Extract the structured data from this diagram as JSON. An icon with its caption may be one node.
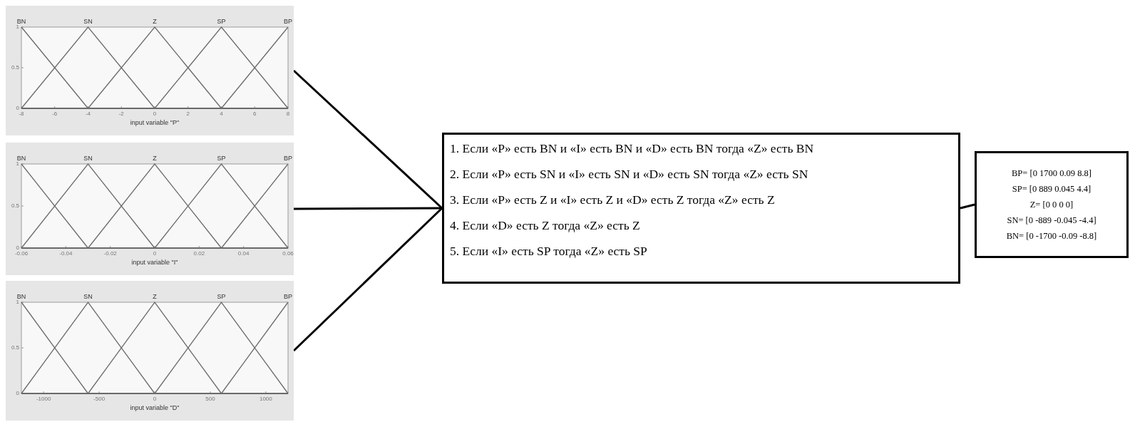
{
  "diagram": {
    "nodes": [
      {
        "text": [],
        "shape": "picture"
      },
      {
        "text": [],
        "shape": "picture"
      },
      {
        "text": [],
        "shape": "picture"
      },
      {
        "text": [
          "1. Если «P» есть BN и «I» есть BN и «D» есть BN тогда «Z» есть BN",
          "2. Если «P» есть SN и «I» есть SN и «D» есть SN тогда «Z» есть SN",
          "3. Если «P» есть Z и «I» есть Z и «D» есть Z тогда «Z» есть Z",
          "4. Если «D» есть Z тогда «Z» есть Z",
          "5. Если «I» есть SP тогда «Z» есть SP"
        ]
      },
      {
        "text": [
          "BP= [0 1700 0.09 8.8]",
          "SP= [0 889 0.045 4.4]",
          "Z= [0 0 0 0]",
          "SN= [0 -889 -0.045 -4.4]",
          "BN= [0 -1700 -0.09 -8.8]"
        ]
      }
    ],
    "edges": [
      {
        "from": 0,
        "to": 3,
        "arrow": "none"
      },
      {
        "from": 1,
        "to": 3,
        "arrow": "none"
      },
      {
        "from": 2,
        "to": 3,
        "arrow": "none"
      },
      {
        "from": 3,
        "to": 4,
        "arrow": "none"
      }
    ],
    "chart_data": [
      {
        "type": "line",
        "xlabel": "input variable \"P\"",
        "x": [
          -8,
          -4,
          0,
          4,
          8
        ],
        "xlim": [
          -8,
          8
        ],
        "ylim": [
          0,
          1
        ],
        "xticks": [
          -8,
          -6,
          -4,
          -2,
          0,
          2,
          4,
          6,
          8
        ],
        "yticks": [
          0,
          0.5,
          1
        ],
        "series": [
          {
            "name": "BN",
            "values": [
              1,
              0,
              0,
              0,
              0
            ]
          },
          {
            "name": "SN",
            "values": [
              0,
              1,
              0,
              0,
              0
            ]
          },
          {
            "name": "Z",
            "values": [
              0,
              0,
              1,
              0,
              0
            ]
          },
          {
            "name": "SP",
            "values": [
              0,
              0,
              0,
              1,
              0
            ]
          },
          {
            "name": "BP",
            "values": [
              0,
              0,
              0,
              0,
              1
            ]
          }
        ]
      },
      {
        "type": "line",
        "xlabel": "input variable \"I\"",
        "x": [
          -0.06,
          -0.03,
          0,
          0.03,
          0.06
        ],
        "xlim": [
          -0.06,
          0.06
        ],
        "ylim": [
          0,
          1
        ],
        "xticks": [
          -0.06,
          -0.04,
          -0.02,
          0,
          0.02,
          0.04,
          0.06
        ],
        "yticks": [
          0,
          0.5,
          1
        ],
        "series": [
          {
            "name": "BN",
            "values": [
              1,
              0,
              0,
              0,
              0
            ]
          },
          {
            "name": "SN",
            "values": [
              0,
              1,
              0,
              0,
              0
            ]
          },
          {
            "name": "Z",
            "values": [
              0,
              0,
              1,
              0,
              0
            ]
          },
          {
            "name": "SP",
            "values": [
              0,
              0,
              0,
              1,
              0
            ]
          },
          {
            "name": "BP",
            "values": [
              0,
              0,
              0,
              0,
              1
            ]
          }
        ]
      },
      {
        "type": "line",
        "xlabel": "input variable \"D\"",
        "x": [
          -1200,
          -600,
          0,
          600,
          1200
        ],
        "xlim": [
          -1200,
          1200
        ],
        "ylim": [
          0,
          1
        ],
        "xticks": [
          -1000,
          -500,
          0,
          500,
          1000
        ],
        "yticks": [
          0,
          0.5,
          1
        ],
        "series": [
          {
            "name": "BN",
            "values": [
              1,
              0,
              0,
              0,
              0
            ]
          },
          {
            "name": "SN",
            "values": [
              0,
              1,
              0,
              0,
              0
            ]
          },
          {
            "name": "Z",
            "values": [
              0,
              0,
              1,
              0,
              0
            ]
          },
          {
            "name": "SP",
            "values": [
              0,
              0,
              0,
              1,
              0
            ]
          },
          {
            "name": "BP",
            "values": [
              0,
              0,
              0,
              0,
              1
            ]
          }
        ]
      }
    ]
  }
}
